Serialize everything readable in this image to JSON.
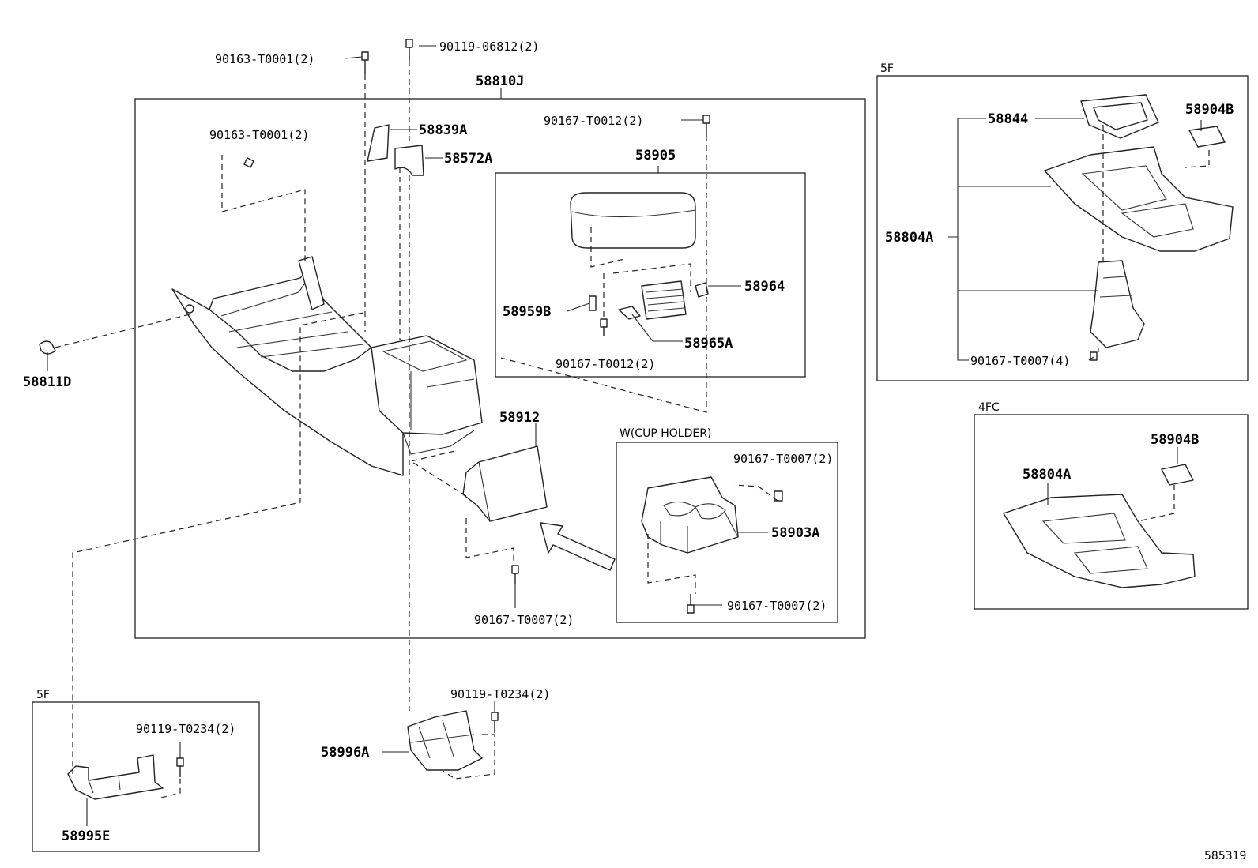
{
  "diagram": {
    "catalog_number": "585319",
    "variant_labels": {
      "top_right": "5F",
      "mid_right": "4FC",
      "bottom_left": "5F",
      "cup_holder": "W(CUP HOLDER)"
    },
    "main_assembly": "58810J",
    "parts": {
      "p_90163_top": "90163-T0001(2)",
      "p_90119_06812": "90119-06812(2)",
      "p_90163_inner": "90163-T0001(2)",
      "p_58839A": "58839A",
      "p_58572A": "58572A",
      "p_90167_T0012_top": "90167-T0012(2)",
      "p_58905": "58905",
      "p_58964": "58964",
      "p_58959B": "58959B",
      "p_58965A": "58965A",
      "p_90167_T0012_low": "90167-T0012(2)",
      "p_58811D": "58811D",
      "p_58912": "58912",
      "p_90167_T0007_cup_top": "90167-T0007(2)",
      "p_58903A": "58903A",
      "p_90167_T0007_cup_low": "90167-T0007(2)",
      "p_90167_T0007_main": "90167-T0007(2)",
      "p_90119_T0234_center": "90119-T0234(2)",
      "p_58996A": "58996A",
      "p_90119_T0234_left": "90119-T0234(2)",
      "p_58995E": "58995E",
      "p_58844": "58844",
      "p_58904B_5F": "58904B",
      "p_58804A_5F": "58804A",
      "p_90167_T0007_4": "90167-T0007(4)",
      "p_58904B_4FC": "58904B",
      "p_58804A_4FC": "58804A"
    }
  }
}
